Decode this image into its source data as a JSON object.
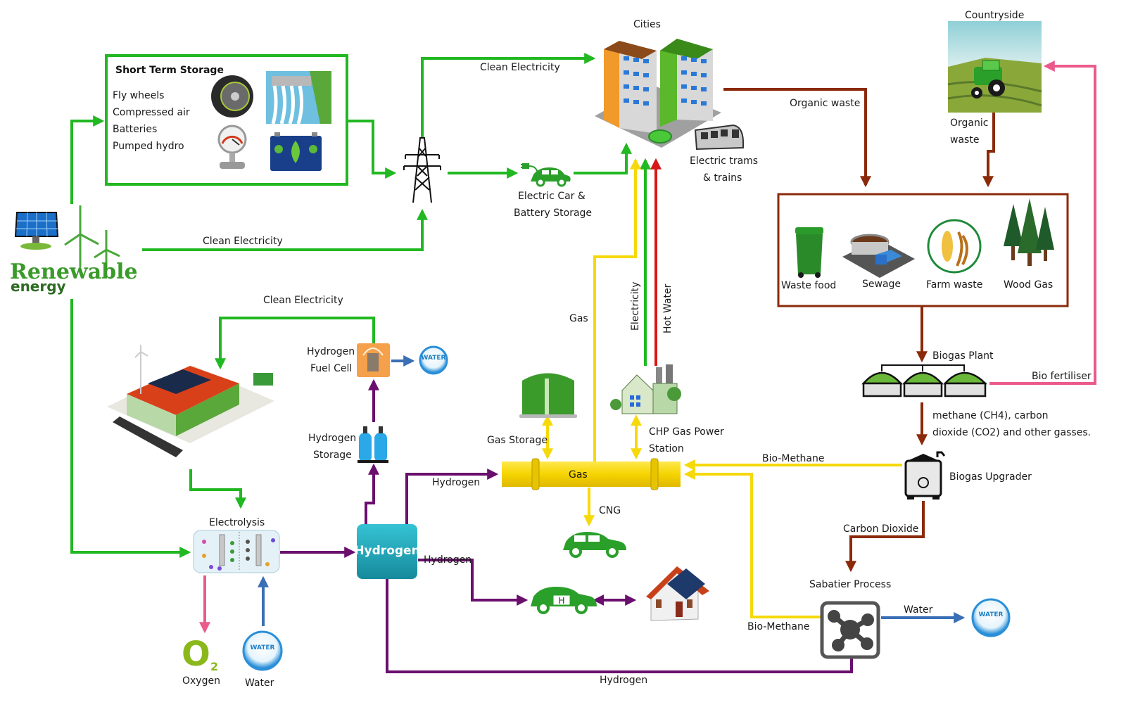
{
  "colors": {
    "electricity": "#21b821",
    "organic_waste": "#8b2a0a",
    "gas": "#f5d90a",
    "hydrogen": "#6a0f6e",
    "water": "#3a6fb5",
    "oxygen_fertiliser": "#ec5a8c",
    "hot_water": "#d81818"
  },
  "renewable": {
    "title": "Renewable",
    "subtitle": "energy"
  },
  "short_term_storage": {
    "title": "Short Term Storage",
    "items": [
      "Fly wheels",
      "Compressed air",
      "Batteries",
      "Pumped hydro"
    ]
  },
  "nodes": {
    "cities": "Cities",
    "electric_trams": [
      "Electric trams",
      "& trains"
    ],
    "electric_car": [
      "Electric Car  &",
      "Battery Storage"
    ],
    "countryside": "Countryside",
    "countryside_waste": [
      "Organic",
      "waste"
    ],
    "waste_sources": [
      "Waste food",
      "Sewage",
      "Farm waste",
      "Wood Gas"
    ],
    "biogas_plant": "Biogas Plant",
    "biogas_output": [
      "methane (CH4), carbon",
      "dioxide (CO2) and other gasses."
    ],
    "biogas_upgrader": "Biogas Upgrader",
    "sabatier": "Sabatier  Process",
    "gas_storage": "Gas Storage",
    "chp": [
      "CHP Gas  Power",
      "Station"
    ],
    "gas_pipe": "Gas",
    "hydrogen_fuel_cell": [
      "Hydrogen",
      "Fuel Cell"
    ],
    "hydrogen_storage": [
      "Hydrogen",
      "Storage"
    ],
    "electrolysis": "Electrolysis",
    "hydrogen_hub": "Hydrogen",
    "oxygen": "Oxygen",
    "water": "Water",
    "water_badge": "WATER",
    "h_badge": "H",
    "o2": "O",
    "o2_sub": "2"
  },
  "flows": {
    "clean_electricity_top": "Clean Electricity",
    "clean_electricity_mid": "Clean Electricity",
    "clean_electricity_factory": "Clean Electricity",
    "organic_waste": "Organic waste",
    "bio_fertiliser": "Bio fertiliser",
    "bio_methane_upgrader": "Bio-Methane",
    "bio_methane_sabatier": "Bio-Methane",
    "carbon_dioxide": "Carbon Dioxide",
    "water_sabatier": "Water",
    "gas_up": "Gas",
    "electricity_up": "Electricity",
    "hot_water_up": "Hot  Water",
    "cng": "CNG",
    "hydrogen_to_gas": "Hydrogen",
    "hydrogen_to_car": "Hydrogen",
    "hydrogen_bottom": "Hydrogen"
  }
}
